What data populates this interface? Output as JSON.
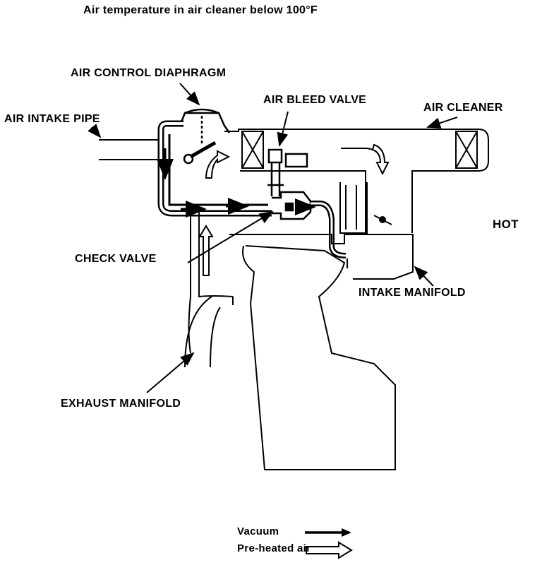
{
  "title": "Air temperature in air cleaner below 100°F",
  "labels": {
    "air_control_diaphragm": "AIR CONTROL DIAPHRAGM",
    "air_bleed_valve": "AIR BLEED VALVE",
    "air_cleaner": "AIR CLEANER",
    "air_intake_pipe": "AIR INTAKE PIPE",
    "hot": "HOT",
    "check_valve": "CHECK VALVE",
    "intake_manifold": "INTAKE MANIFOLD",
    "exhaust_manifold": "EXHAUST MANIFOLD"
  },
  "legend": {
    "vacuum": "Vacuum",
    "preheated_air": "Pre-heated air"
  }
}
